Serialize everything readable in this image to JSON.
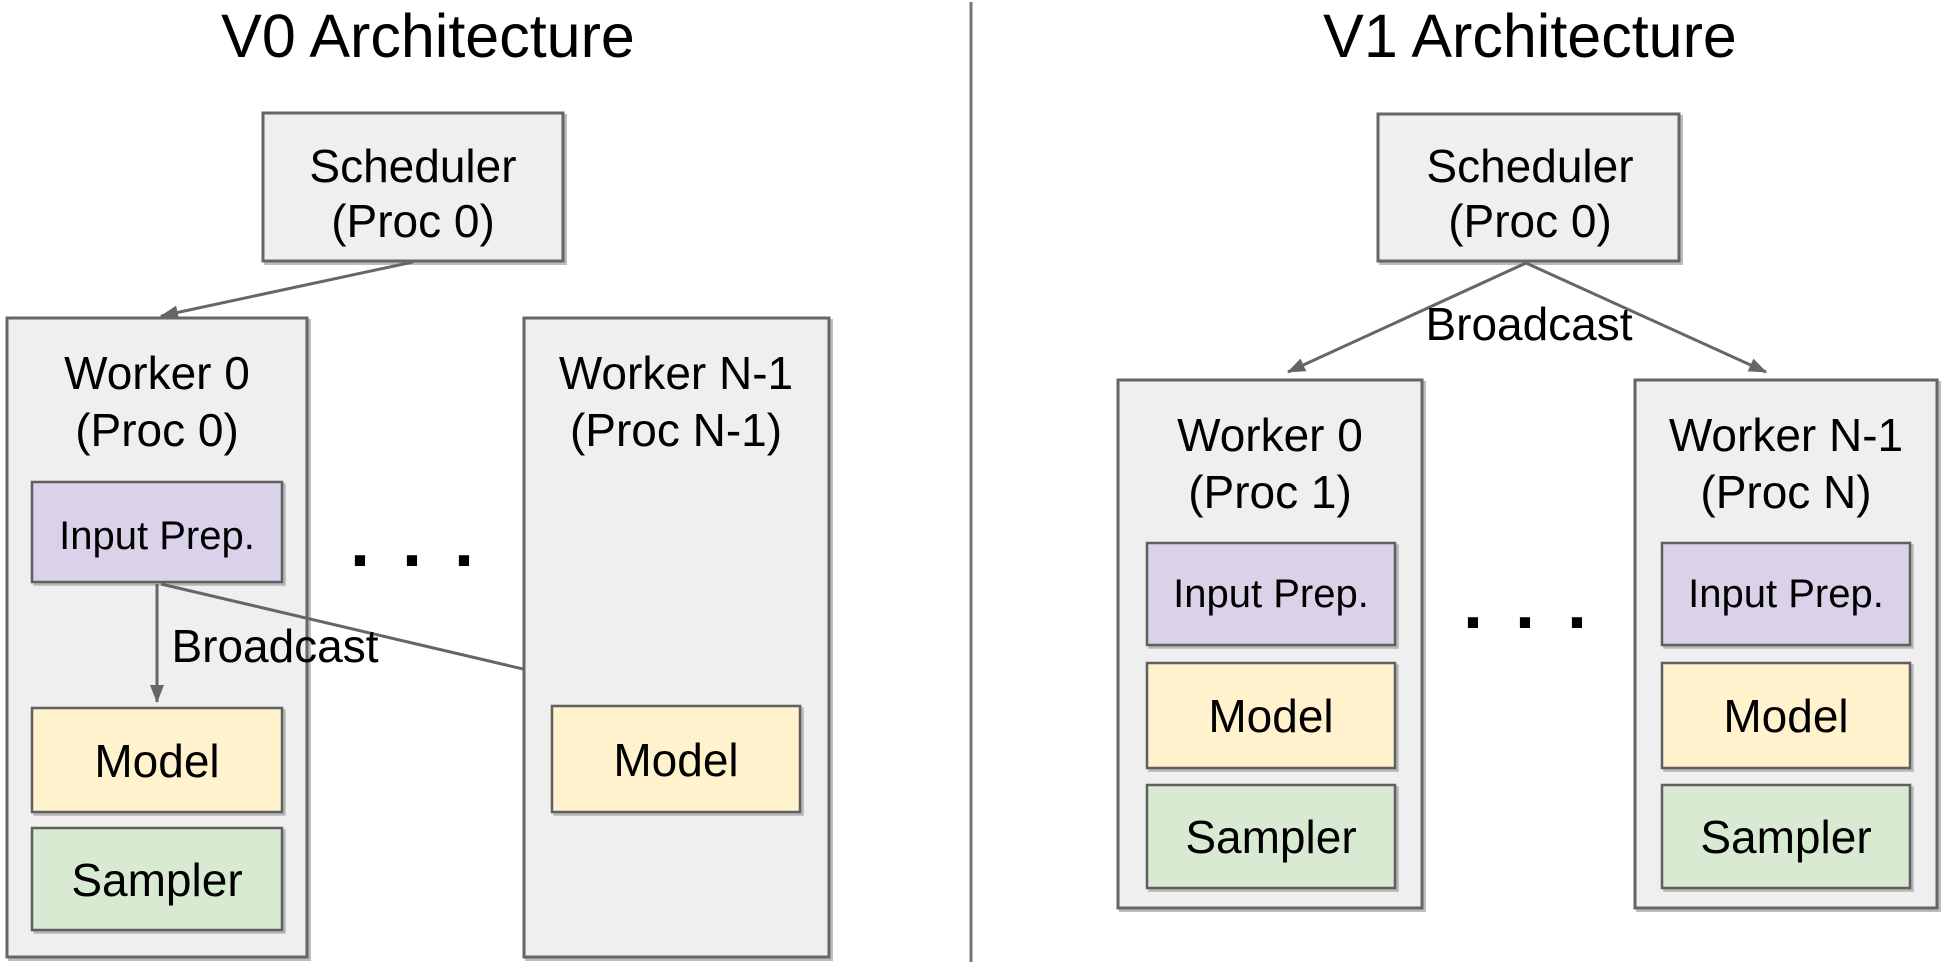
{
  "colors": {
    "background": "#ffffff",
    "container_fill": "#efefef",
    "container_stroke": "#666666",
    "input_prep_fill": "#d9d2e9",
    "model_fill": "#fff2cc",
    "sampler_fill": "#d9ead3",
    "arrow": "#666666",
    "divider": "#757575",
    "text": "#000000"
  },
  "v0": {
    "title": "V0 Architecture",
    "scheduler": {
      "line1": "Scheduler",
      "line2": "(Proc 0)"
    },
    "broadcast_label": "Broadcast",
    "ellipsis": ". . .",
    "worker0": {
      "line1": "Worker 0",
      "line2": "(Proc 0)",
      "input_prep": "Input Prep.",
      "model": "Model",
      "sampler": "Sampler"
    },
    "workerN": {
      "line1": "Worker N-1",
      "line2": "(Proc N-1)",
      "model": "Model"
    }
  },
  "v1": {
    "title": "V1 Architecture",
    "scheduler": {
      "line1": "Scheduler",
      "line2": "(Proc 0)"
    },
    "broadcast_label": "Broadcast",
    "ellipsis": ". . .",
    "worker0": {
      "line1": "Worker 0",
      "line2": "(Proc 1)",
      "input_prep": "Input Prep.",
      "model": "Model",
      "sampler": "Sampler"
    },
    "workerN": {
      "line1": "Worker N-1",
      "line2": "(Proc N)",
      "input_prep": "Input Prep.",
      "model": "Model",
      "sampler": "Sampler"
    }
  }
}
